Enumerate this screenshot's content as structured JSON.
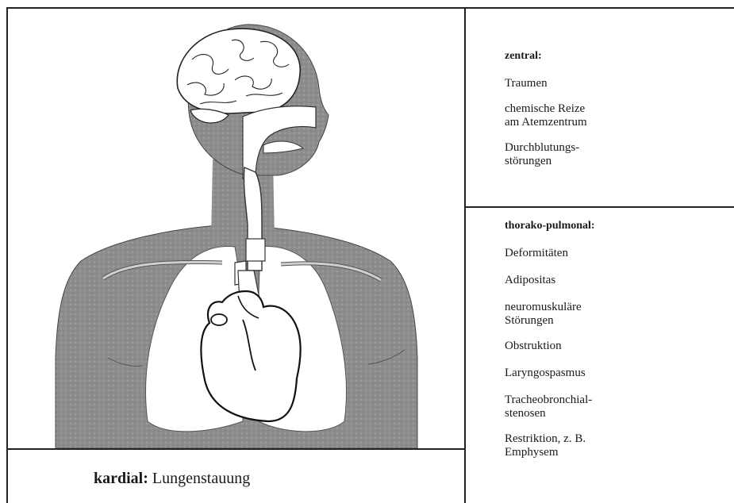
{
  "central": {
    "heading": "zentral:",
    "items": [
      "Traumen",
      "chemische Reize\nam Atemzentrum",
      "Durchblutungs-\nstörungen"
    ]
  },
  "thoracopulmonary": {
    "heading": "thorako-pulmonal:",
    "items": [
      "Deformitäten",
      "Adipositas",
      "neuromuskuläre\nStörungen",
      "Obstruktion",
      "Laryngospasmus",
      "Tracheobronchial-\nstenosen",
      "Restriktion, z. B.\nEmphysem"
    ]
  },
  "caption": {
    "label": "kardial:",
    "text": "Lungenstauung"
  }
}
